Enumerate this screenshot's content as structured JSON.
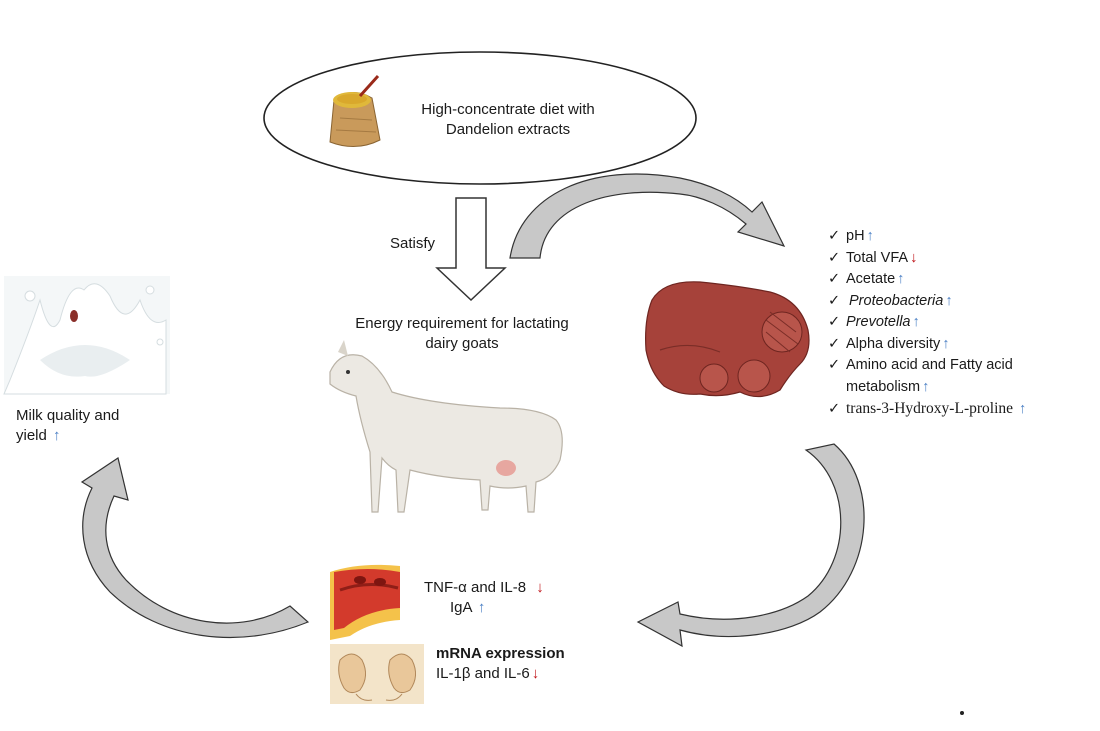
{
  "colors": {
    "arrow_up": "#4a7fc4",
    "arrow_down": "#c0151a",
    "cycle_arrow_fill": "#c8c8c8",
    "rumen": "#a6423a"
  },
  "icons": {
    "up": "↑",
    "down": "↓",
    "check": "✓"
  },
  "diet": {
    "line1": "High-concentrate diet with",
    "line2": "Dandelion extracts"
  },
  "satisfy_label": "Satisfy",
  "energy": {
    "line1": "Energy requirement for lactating",
    "line2": "dairy goats"
  },
  "milk": {
    "line1": "Milk quality and",
    "line2": "yield"
  },
  "rumen_list": [
    {
      "label": "pH",
      "dir": "up"
    },
    {
      "label": "Total VFA",
      "dir": "down"
    },
    {
      "label": "Acetate",
      "dir": "up"
    },
    {
      "label": "Proteobacteria",
      "dir": "up"
    },
    {
      "label": "Prevotella",
      "dir": "up"
    },
    {
      "label": "Alpha diversity",
      "dir": "up"
    },
    {
      "label": "Amino acid and Fatty acid",
      "label2": "metabolism",
      "dir": "up"
    },
    {
      "label": "trans-3-Hydroxy-L-proline",
      "dir": "up"
    }
  ],
  "blood": {
    "line1": "TNF-α and IL-8",
    "line2": "IgA"
  },
  "mammary": {
    "title": "mRNA expression",
    "line2": "IL-1β and IL-6"
  }
}
